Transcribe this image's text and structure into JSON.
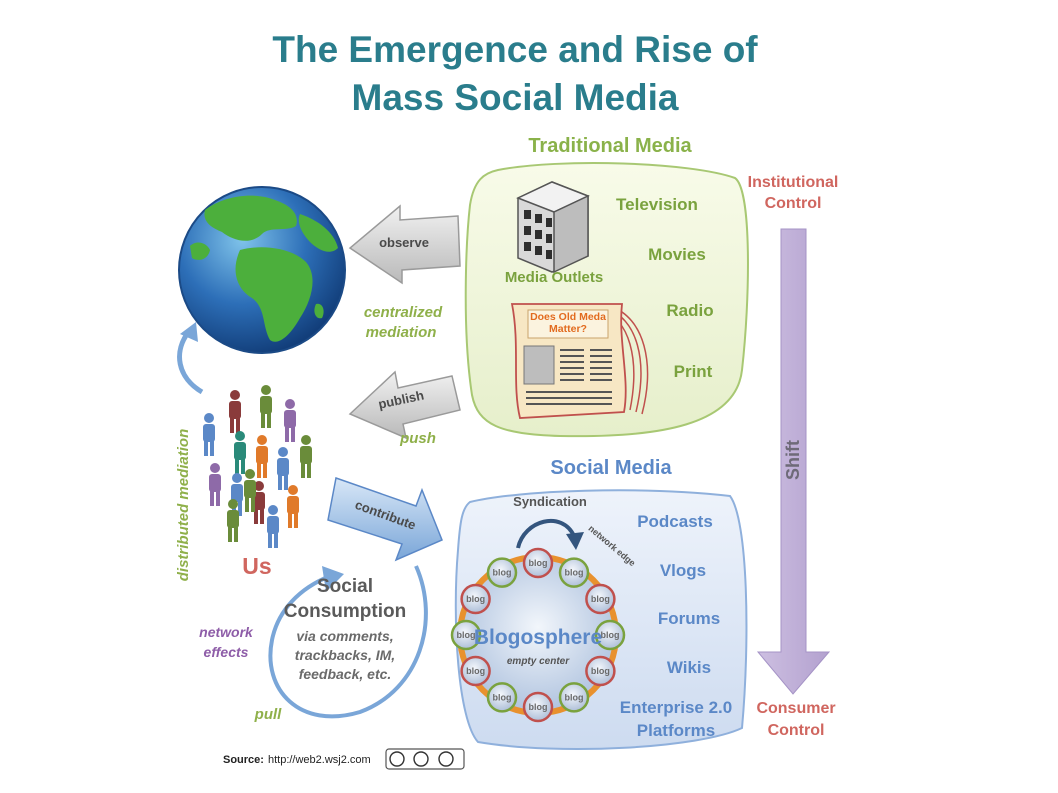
{
  "title": {
    "line1": "The Emergence and Rise of",
    "line2": "Mass Social Media"
  },
  "traditional_media": {
    "heading": "Traditional Media",
    "outlets_label": "Media Outlets",
    "items": [
      "Television",
      "Movies",
      "Radio",
      "Print"
    ],
    "newspaper_headline": {
      "line1": "Does Old Meda",
      "line2": "Matter?"
    }
  },
  "control": {
    "top": {
      "line1": "Institutional",
      "line2": "Control"
    },
    "shift": "Shift",
    "bottom": {
      "line1": "Consumer",
      "line2": "Control"
    }
  },
  "arrows": {
    "observe": "observe",
    "publish": "publish",
    "contribute": "contribute"
  },
  "annotations": {
    "centralized": {
      "line1": "centralized",
      "line2": "mediation"
    },
    "push": "push",
    "distributed": "distributed mediation",
    "us": "Us",
    "network_effects": {
      "line1": "network",
      "line2": "effects"
    },
    "pull": "pull"
  },
  "social_consumption": {
    "line1": "Social",
    "line2": "Consumption",
    "sub1": "via comments,",
    "sub2": "trackbacks, IM,",
    "sub3": "feedback, etc."
  },
  "social_media": {
    "heading": "Social Media",
    "syndication": "Syndication",
    "network_edge": "network edge",
    "blogosphere": "Blogosphere",
    "empty_center": "empty center",
    "blog": "blog",
    "items": [
      "Podcasts",
      "Vlogs",
      "Forums",
      "Wikis"
    ],
    "enterprise": {
      "line1": "Enterprise 2.0",
      "line2": "Platforms"
    }
  },
  "source": {
    "label": "Source:",
    "url": "http://web2.wsj2.com"
  },
  "colors": {
    "title": "#2a7d8c",
    "traditional_green": "#8ab24a",
    "social_blue": "#5b88c7",
    "control_red": "#d0665f",
    "shift_purple": "#b9a7d3"
  }
}
